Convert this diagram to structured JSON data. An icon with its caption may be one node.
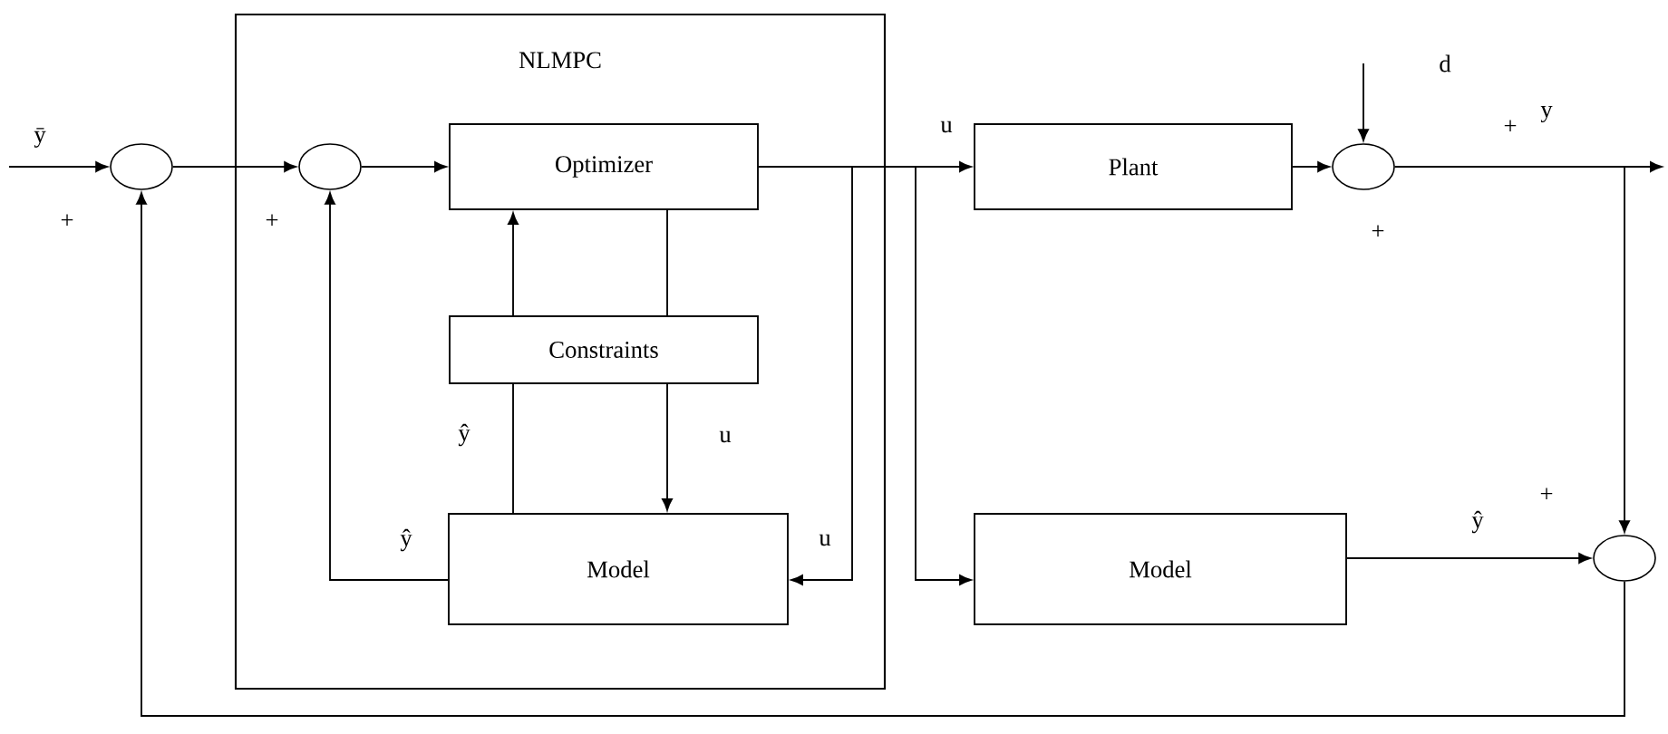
{
  "diagram": {
    "nodes": [
      {
        "text": [
          "NLMPC"
        ]
      },
      {
        "text": [],
        "shape": "circle"
      },
      {
        "text": [],
        "shape": "circle",
        "in": 0
      },
      {
        "text": [
          "Optimizer"
        ],
        "in": 0
      },
      {
        "text": [
          "Constraints"
        ],
        "in": 0
      },
      {
        "text": [
          "Model"
        ],
        "in": 0
      },
      {
        "text": [
          "Plant"
        ]
      },
      {
        "text": [],
        "shape": "circle"
      },
      {
        "text": [
          "Model"
        ]
      },
      {
        "text": [],
        "shape": "circle"
      }
    ],
    "edges": [
      {
        "from": null,
        "to": 1,
        "arrow": "to",
        "label": "ȳ"
      },
      {
        "from": 1,
        "to": 2,
        "arrow": "to"
      },
      {
        "from": 2,
        "to": 3,
        "arrow": "to"
      },
      {
        "from": 3,
        "to": 6,
        "arrow": "to",
        "label": "u"
      },
      {
        "from": 3,
        "to": 5,
        "arrow": "to",
        "label": "u"
      },
      {
        "from": 3,
        "to": 8,
        "arrow": "to"
      },
      {
        "from": 3,
        "to": 4,
        "arrow": "none"
      },
      {
        "from": 4,
        "to": 5,
        "arrow": "to",
        "label": "u"
      },
      {
        "from": 4,
        "to": 3,
        "arrow": "to"
      },
      {
        "from": 5,
        "to": 4,
        "arrow": "none",
        "label": "ŷ"
      },
      {
        "from": 5,
        "to": 2,
        "arrow": "to",
        "label": "ŷ"
      },
      {
        "from": 6,
        "to": 7,
        "arrow": "to"
      },
      {
        "from": null,
        "to": 7,
        "arrow": "to",
        "label": "d"
      },
      {
        "from": 7,
        "to": null,
        "arrow": "to",
        "label": "y"
      },
      {
        "from": 7,
        "to": 9,
        "arrow": "to"
      },
      {
        "from": 8,
        "to": 9,
        "arrow": "to",
        "label": "ŷ"
      },
      {
        "from": 9,
        "to": 1,
        "arrow": "to"
      }
    ],
    "labels": [
      "+",
      "+",
      "+",
      "+",
      "+"
    ]
  }
}
